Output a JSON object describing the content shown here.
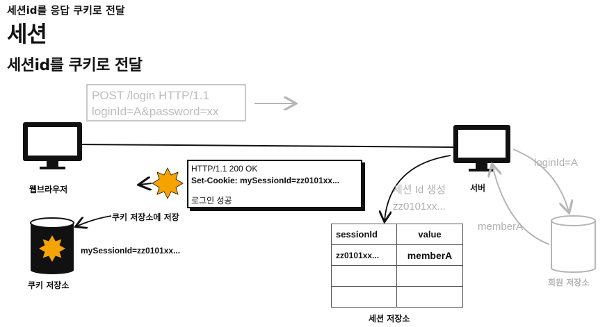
{
  "header": {
    "small": "세션id를 응답 쿠키로 전달",
    "title": "세션",
    "subtitle": "세션id를 쿠키로 전달"
  },
  "request": {
    "line1": "POST /login HTTP/1.1",
    "line2": "loginId=A&password=xx"
  },
  "response": {
    "line1": "HTTP/1.1 200 OK",
    "line2": "Set-Cookie: mySessionId=zz0101xx...",
    "line3": "로그인 성공"
  },
  "labels": {
    "browser": "웹브라우저",
    "server": "서버",
    "cookie_store": "쿠키 저장소",
    "save_to_cookie": "쿠키 저장소에 저장",
    "cookie_value": "mySessionId=zz0101xx...",
    "session_gen_1": "세션 Id 생성",
    "session_gen_2": "zz0101xx...",
    "login_id": "loginId=A",
    "member_a": "memberA",
    "member_store": "회원 저장소",
    "session_store": "세션 저장소"
  },
  "session_table": {
    "headers": [
      "sessionId",
      "value"
    ],
    "rows": [
      [
        "zz0101xx...",
        "memberA"
      ],
      [
        "",
        ""
      ],
      [
        "",
        ""
      ]
    ]
  },
  "colors": {
    "ink": "#111111",
    "gray": "#b5b5b5",
    "sun": "#f5a300"
  }
}
